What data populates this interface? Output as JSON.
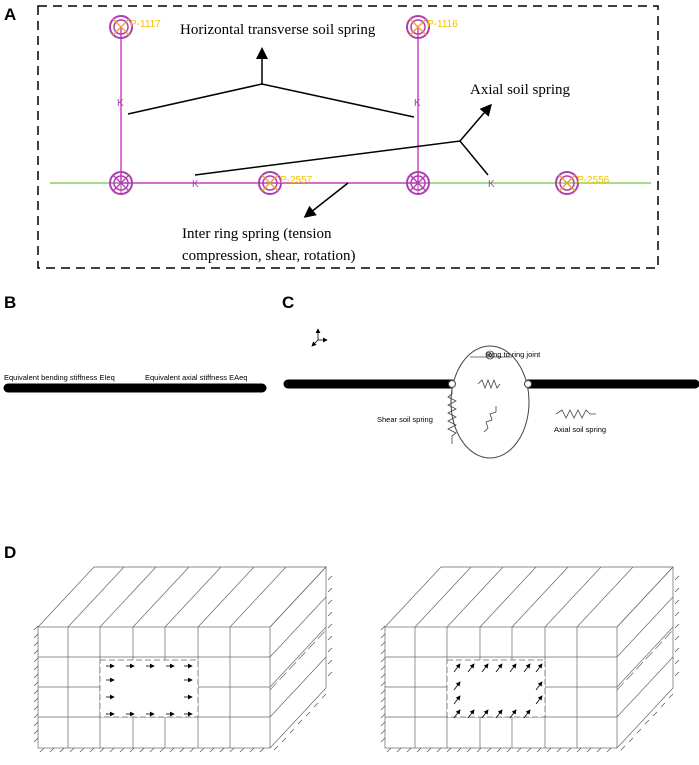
{
  "panels": {
    "a": "A",
    "b": "B",
    "c": "C",
    "d": "D"
  },
  "panel_a": {
    "annotations": {
      "horizontal": "Horizontal transverse soil spring",
      "axial": "Axial soil spring",
      "inter_ring_1": "Inter ring spring (tension",
      "inter_ring_2": "compression, shear, rotation)"
    },
    "node_labels": [
      "P-1117",
      "P-1116",
      "P-2557",
      "P-2556"
    ],
    "spring_symbol": "K",
    "colors": {
      "ground_line": "#66cc44",
      "spring": "#cc44cc",
      "node": "#b03cb0",
      "node_label": "#f2c200"
    }
  },
  "panel_b": {
    "bending": "Equivalent bending stiffness EIeq",
    "axial": "Equivalent axial stiffness EAeq"
  },
  "panel_c": {
    "ring_joint": "Ring to ring joint",
    "shear_spring": "Shear soil spring",
    "axial_spring": "Axial soil spring"
  }
}
